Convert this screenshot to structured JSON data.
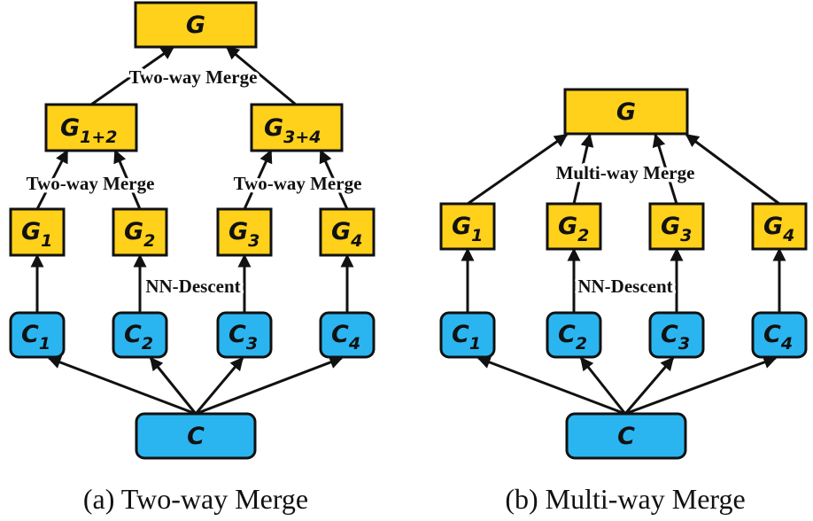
{
  "panel_a": {
    "caption": "(a) Two-way Merge",
    "top": {
      "main": "G",
      "sub": ""
    },
    "merged": [
      {
        "main": "G",
        "sub": "1+2"
      },
      {
        "main": "G",
        "sub": "3+4"
      }
    ],
    "graphs": [
      {
        "main": "G",
        "sub": "1"
      },
      {
        "main": "G",
        "sub": "2"
      },
      {
        "main": "G",
        "sub": "3"
      },
      {
        "main": "G",
        "sub": "4"
      }
    ],
    "clusters": [
      {
        "main": "C",
        "sub": "1"
      },
      {
        "main": "C",
        "sub": "2"
      },
      {
        "main": "C",
        "sub": "3"
      },
      {
        "main": "C",
        "sub": "4"
      }
    ],
    "source": {
      "main": "C",
      "sub": ""
    },
    "top_merge_label": "Two-way Merge",
    "left_merge_label": "Two-way Merge",
    "right_merge_label": "Two-way Merge",
    "descent_label": "NN-Descent"
  },
  "panel_b": {
    "caption": "(b) Multi-way Merge",
    "top": {
      "main": "G",
      "sub": ""
    },
    "graphs": [
      {
        "main": "G",
        "sub": "1"
      },
      {
        "main": "G",
        "sub": "2"
      },
      {
        "main": "G",
        "sub": "3"
      },
      {
        "main": "G",
        "sub": "4"
      }
    ],
    "clusters": [
      {
        "main": "C",
        "sub": "1"
      },
      {
        "main": "C",
        "sub": "2"
      },
      {
        "main": "C",
        "sub": "3"
      },
      {
        "main": "C",
        "sub": "4"
      }
    ],
    "source": {
      "main": "C",
      "sub": ""
    },
    "merge_label": "Multi-way Merge",
    "descent_label": "NN-Descent"
  },
  "colors": {
    "graph_fill": "#FFD11A",
    "cluster_fill": "#2BB5F0",
    "stroke": "#111111"
  }
}
